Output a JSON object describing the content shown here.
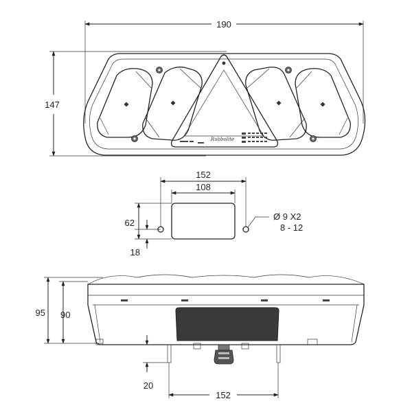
{
  "front_view": {
    "width_label": "190",
    "height_label": "147",
    "brand_mark": "Rubbolite"
  },
  "cutout": {
    "outer_width_label": "152",
    "inner_width_label": "108",
    "height_label": "62",
    "offset_label": "18",
    "hole_spec": "Ø 9 X2",
    "hole_range": "8 - 12"
  },
  "side_view": {
    "height_a_label": "95",
    "height_b_label": "90",
    "stud_length_label": "20",
    "stud_spacing_label": "152"
  }
}
